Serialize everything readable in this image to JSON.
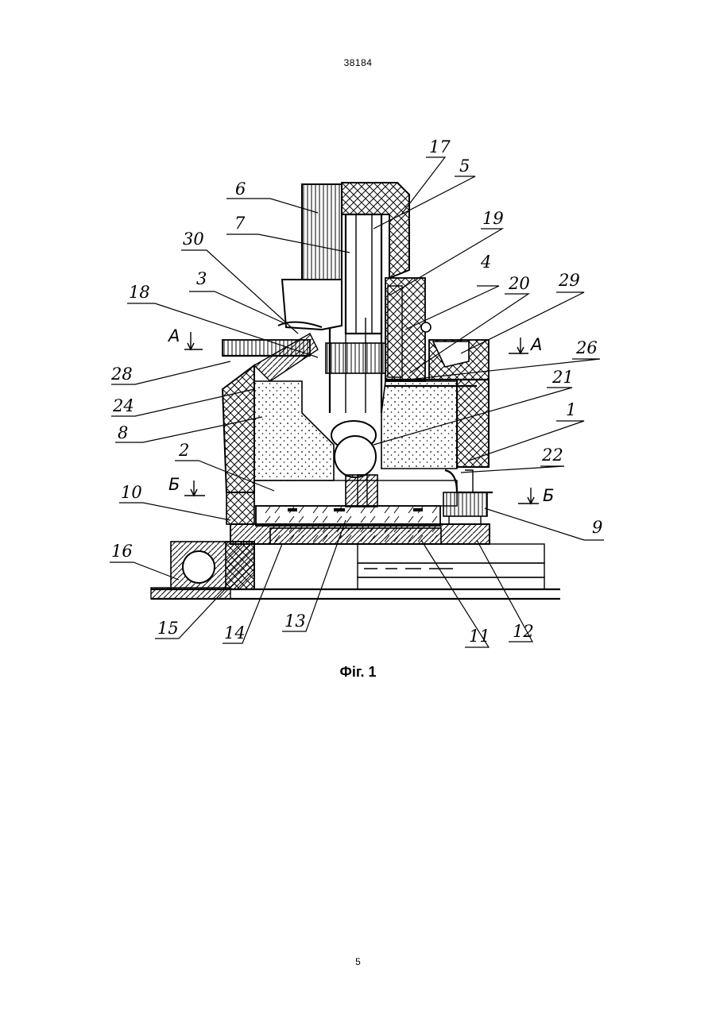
{
  "header": {
    "doc_number": "38184"
  },
  "figure": {
    "caption": "Фіг. 1",
    "section_marks": {
      "a_left": "A",
      "a_right": "A",
      "b_left": "Б",
      "b_right": "Б"
    },
    "labels": {
      "l1": "1",
      "l2": "2",
      "l3": "3",
      "l4": "4",
      "l5": "5",
      "l6": "6",
      "l7": "7",
      "l8": "8",
      "l9": "9",
      "l10": "10",
      "l11": "11",
      "l12": "12",
      "l13": "13",
      "l14": "14",
      "l15": "15",
      "l16": "16",
      "l17": "17",
      "l18": "18",
      "l19": "19",
      "l20": "20",
      "l21": "21",
      "l22": "22",
      "l24": "24",
      "l26": "26",
      "l28": "28",
      "l29": "29",
      "l30": "30"
    }
  },
  "footer": {
    "page_number": "5"
  }
}
